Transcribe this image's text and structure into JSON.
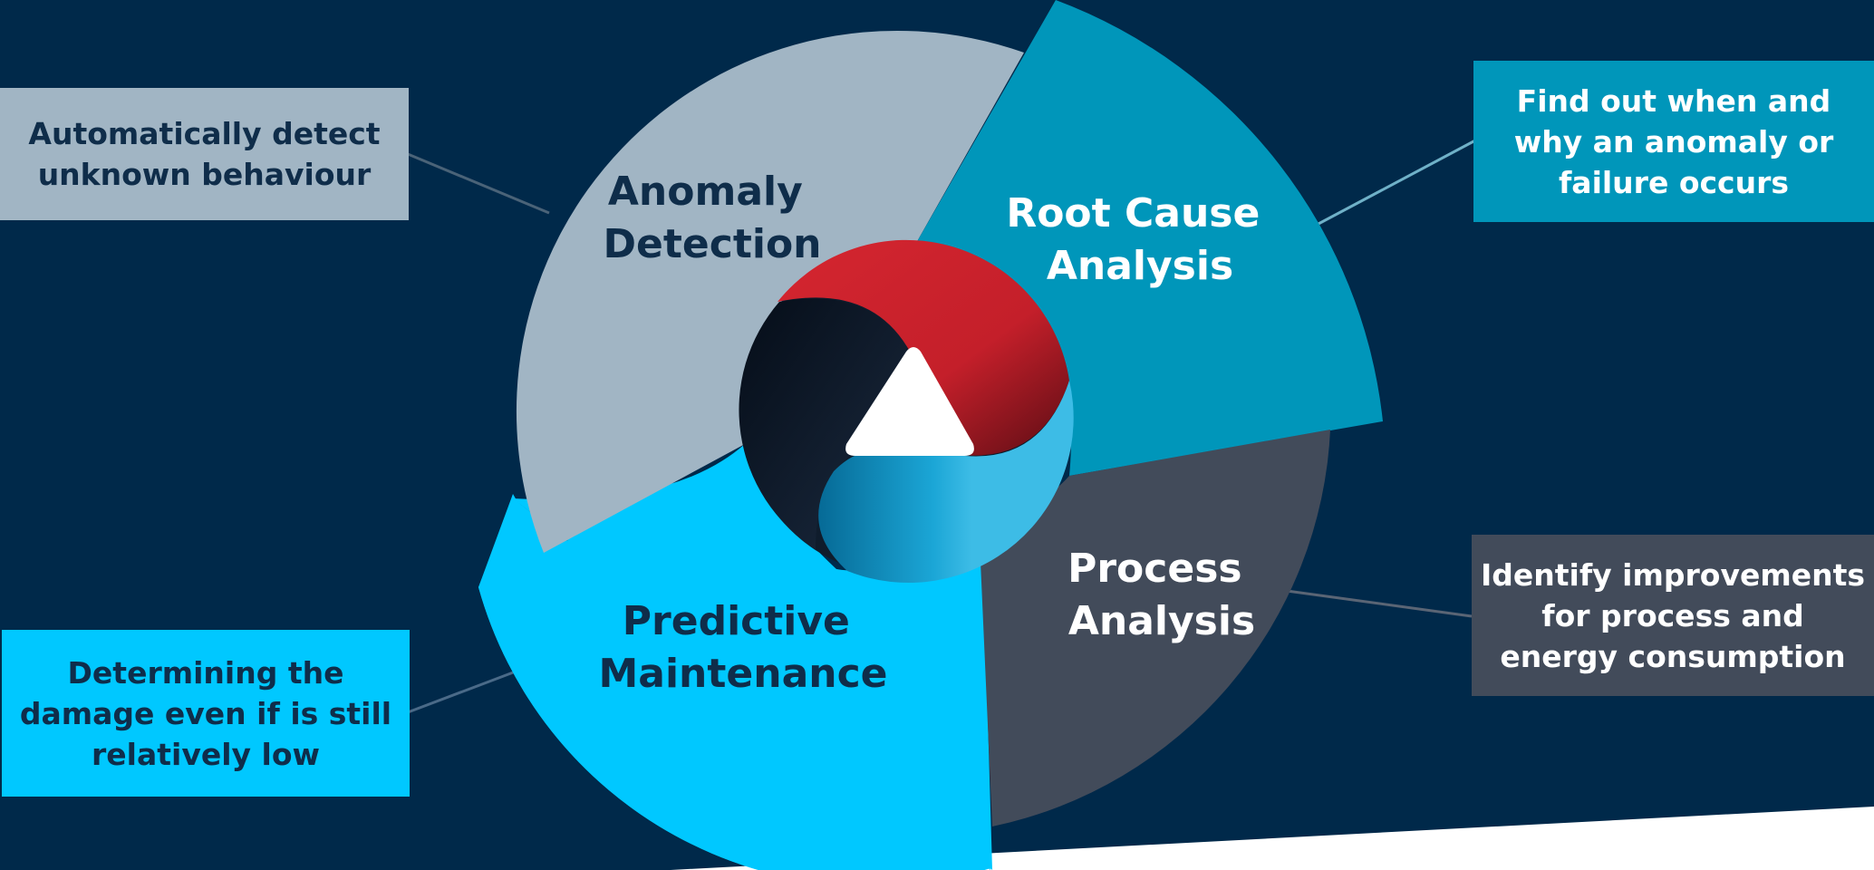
{
  "segments": {
    "anomaly_detection": {
      "label_line1": "Anomaly",
      "label_line2": "Detection",
      "color": "#a1b5c4",
      "text_color": "#0f2d4a"
    },
    "root_cause": {
      "label_line1": "Root Cause",
      "label_line2": "Analysis",
      "color": "#0096ba",
      "text_color": "#ffffff"
    },
    "process_analysis": {
      "label_line1": "Process",
      "label_line2": "Analysis",
      "color": "#424b5a",
      "text_color": "#ffffff"
    },
    "predictive_maintenance": {
      "label_line1": "Predictive",
      "label_line2": "Maintenance",
      "color": "#00c8ff",
      "text_color": "#0f2d4a"
    }
  },
  "callouts": {
    "anomaly_detection": "Automatically detect\nunknown behaviour",
    "root_cause": "Find out when and\nwhy an anomaly or\nfailure occurs",
    "process_analysis": "Identify improvements\nfor process and\nenergy consumption",
    "predictive_maintenance": "Determining the\ndamage even if is still\nrelatively low"
  },
  "logo": {
    "icon": "triangle-logo-icon",
    "colors": [
      "#15202f",
      "#d52630",
      "#38b8e2"
    ]
  },
  "background": "#00294a"
}
